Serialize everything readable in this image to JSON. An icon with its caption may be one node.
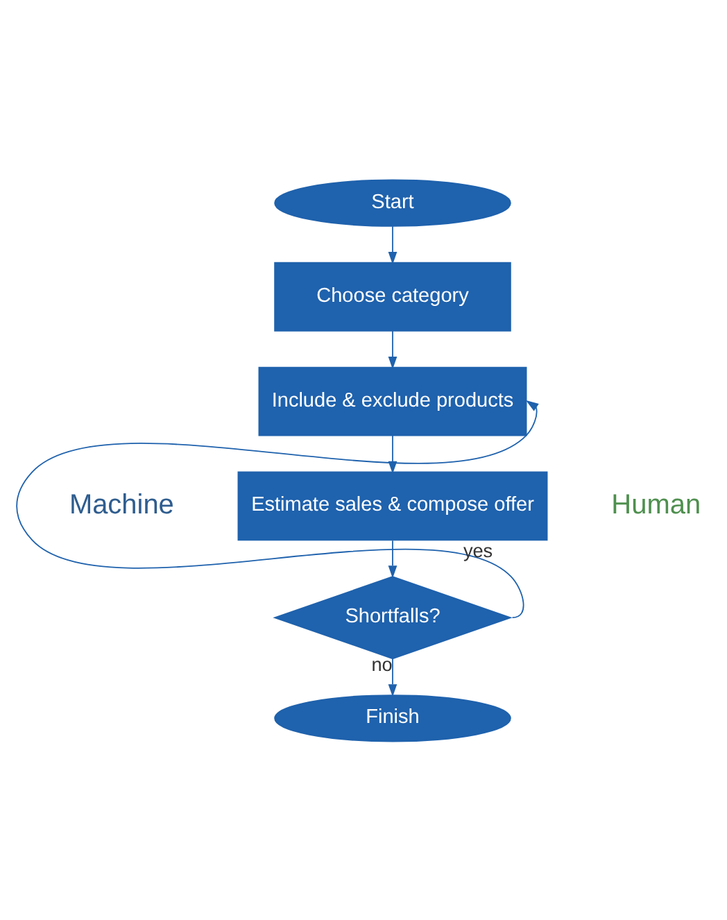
{
  "diagram": {
    "nodes": [
      {
        "text": [
          "Start"
        ]
      },
      {
        "text": [
          "Choose category"
        ]
      },
      {
        "text": [
          "Include & exclude products"
        ]
      },
      {
        "text": [
          "Estimate sales & compose offer"
        ]
      },
      {
        "text": [
          "Shortfalls?"
        ]
      },
      {
        "text": [
          "Finish"
        ]
      }
    ],
    "edges": [
      {
        "from": 0,
        "to": 1,
        "arrow": "to"
      },
      {
        "from": 1,
        "to": 2,
        "arrow": "to"
      },
      {
        "from": 2,
        "to": 3,
        "arrow": "to"
      },
      {
        "from": 3,
        "to": 4,
        "arrow": "to"
      },
      {
        "from": 4,
        "to": 2,
        "arrow": "to",
        "label": "yes"
      },
      {
        "from": 4,
        "to": 5,
        "arrow": "to",
        "label": "no"
      }
    ],
    "labels": [
      "Machine",
      "Human"
    ]
  }
}
